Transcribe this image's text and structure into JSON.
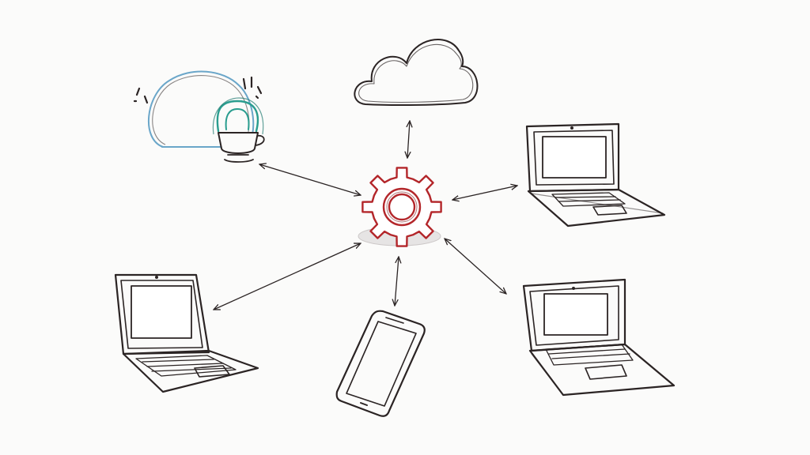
{
  "diagram": {
    "style": "hand-drawn sketch, hub-and-spoke network",
    "hub": {
      "icon": "gear-icon",
      "color": "#b3262a"
    },
    "nodes": [
      {
        "id": "cloud",
        "icon": "cloud-icon"
      },
      {
        "id": "secure-dome",
        "icon": "dome-lock-icon",
        "accent_colors": [
          "#6aa6c9",
          "#2a9d8f"
        ]
      },
      {
        "id": "laptop-top-right",
        "icon": "laptop-icon"
      },
      {
        "id": "laptop-bottom-left",
        "icon": "laptop-icon"
      },
      {
        "id": "phone-bottom",
        "icon": "smartphone-icon"
      },
      {
        "id": "laptop-bottom-right",
        "icon": "laptop-icon"
      }
    ],
    "connections": [
      {
        "from": "hub",
        "to": "cloud",
        "direction": "both"
      },
      {
        "from": "hub",
        "to": "secure-dome",
        "direction": "both"
      },
      {
        "from": "hub",
        "to": "laptop-top-right",
        "direction": "both"
      },
      {
        "from": "hub",
        "to": "laptop-bottom-left",
        "direction": "both"
      },
      {
        "from": "hub",
        "to": "phone-bottom",
        "direction": "both"
      },
      {
        "from": "hub",
        "to": "laptop-bottom-right",
        "direction": "both"
      }
    ],
    "colors": {
      "ink": "#2b2424",
      "background": "#fbfbfa"
    }
  }
}
